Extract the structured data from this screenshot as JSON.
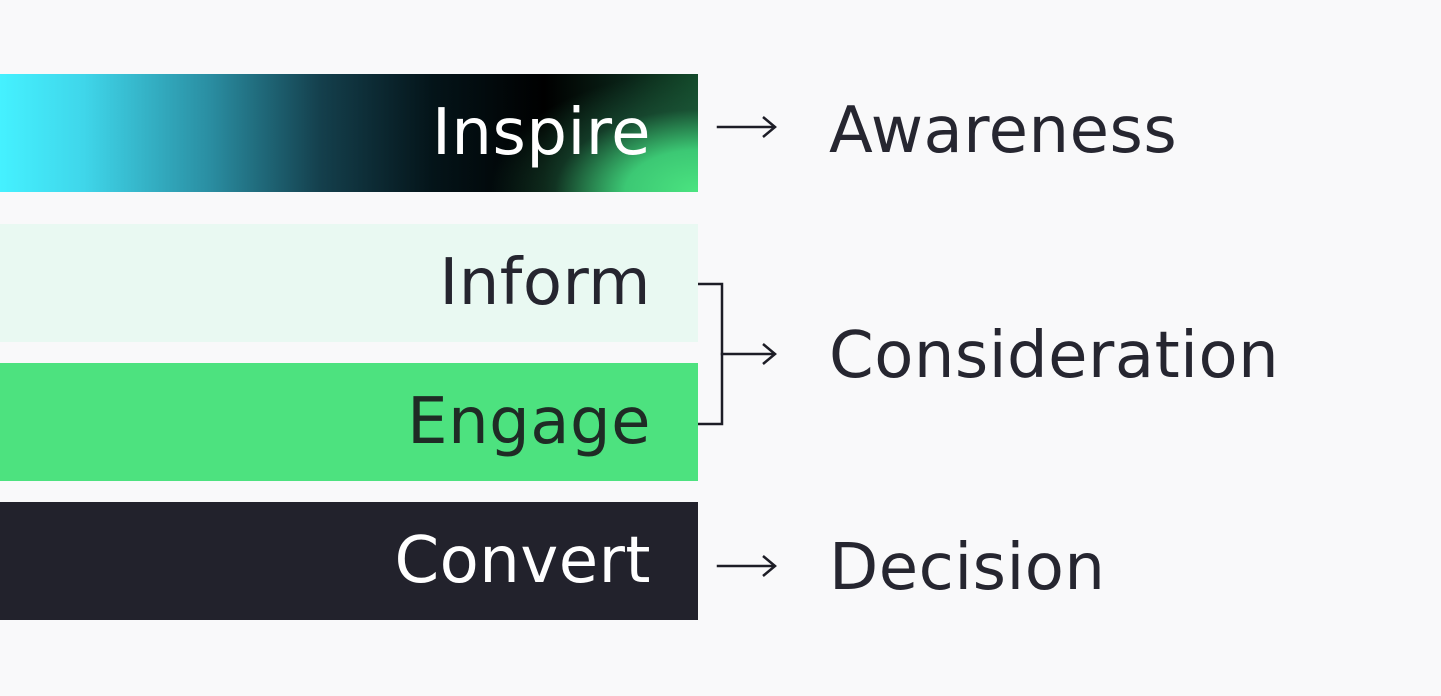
{
  "funnel": {
    "bars": [
      {
        "label": "Inspire"
      },
      {
        "label": "Inform"
      },
      {
        "label": "Engage"
      },
      {
        "label": "Convert"
      }
    ],
    "stages": [
      {
        "label": "Awareness"
      },
      {
        "label": "Consideration"
      },
      {
        "label": "Decision"
      }
    ]
  },
  "colors": {
    "background": "#f9f9fa",
    "inform": "#e9f9f2",
    "engage": "#4de27f",
    "convert": "#22222c",
    "inspire_cyan": "#45f1ff",
    "inspire_green": "#4be480",
    "text_dark": "#262630"
  }
}
